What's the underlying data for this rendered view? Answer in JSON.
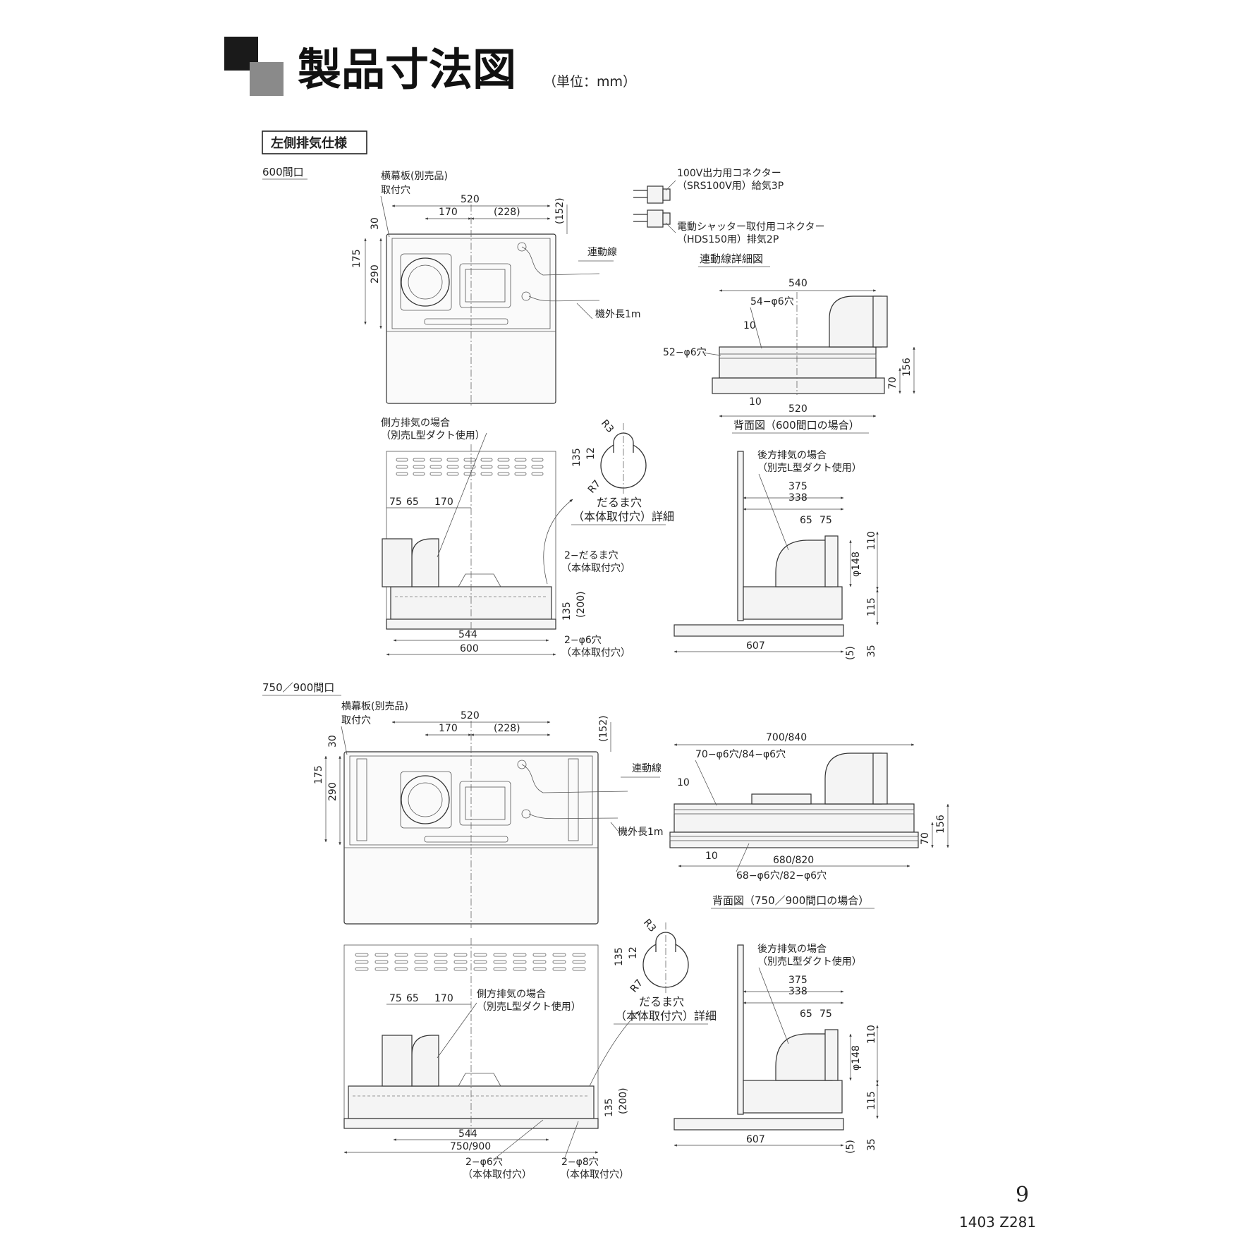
{
  "header": {
    "title": "製品寸法図",
    "unit": "（単位：mm）"
  },
  "section": {
    "label": "左側排気仕様"
  },
  "top_block": {
    "label": "600間口",
    "plan": {
      "side_panel": "横幕板(別売品)",
      "mount_hole": "取付穴",
      "d520": "520",
      "d170": "170",
      "d228": "(228)",
      "d152": "(152)",
      "d30": "30",
      "d175": "175",
      "d290": "290",
      "link_wire": "連動線",
      "cord": "機外長1m"
    },
    "connectors": {
      "c1_line1": "100V出力用コネクター",
      "c1_line2": "（SRS100V用）給気3P",
      "c2_line1": "電動シャッター取付用コネクター",
      "c2_line2": "（HDS150用）排気2P",
      "caption": "連動線詳細図"
    },
    "back": {
      "d540": "540",
      "holes_top": "54−φ6穴",
      "d10a": "10",
      "holes_side": "52−φ6穴",
      "d10b": "10",
      "d520": "520",
      "d70": "70",
      "d156": "156",
      "caption": "背面図（600間口の場合）"
    },
    "front": {
      "side_exhaust_1": "側方排気の場合",
      "side_exhaust_2": "（別売L型ダクト使用）",
      "d75": "75",
      "d65": "65",
      "d170": "170",
      "daruma_holes_1": "2−だるま穴",
      "daruma_holes_2": "（本体取付穴）",
      "d135": "135",
      "d200": "(200)",
      "d544": "544",
      "d600": "600",
      "holes6_1": "2−φ6穴",
      "holes6_2": "（本体取付穴）"
    },
    "keyhole": {
      "r3": "R3",
      "r7": "R7",
      "d12": "12",
      "d135": "135",
      "cap1": "だるま穴",
      "cap2": "（本体取付穴）詳細"
    },
    "side": {
      "rear_exhaust_1": "後方排気の場合",
      "rear_exhaust_2": "（別売L型ダクト使用）",
      "d375": "375",
      "d338": "338",
      "d65": "65",
      "d75": "75",
      "d148": "φ148",
      "d110": "110",
      "d115": "115",
      "d607": "607",
      "d5": "(5)",
      "d35": "35"
    }
  },
  "bottom_block": {
    "label": "750／900間口",
    "plan": {
      "side_panel": "横幕板(別売品)",
      "mount_hole": "取付穴",
      "d520": "520",
      "d170": "170",
      "d228": "(228)",
      "d152": "(152)",
      "d30": "30",
      "d175": "175",
      "d290": "290",
      "link_wire": "連動線",
      "cord": "機外長1m"
    },
    "back": {
      "d700": "700/840",
      "holes_top": "70−φ6穴/84−φ6穴",
      "d10a": "10",
      "d10b": "10",
      "d680": "680/820",
      "holes_bottom": "68−φ6穴/82−φ6穴",
      "d70": "70",
      "d156": "156",
      "caption": "背面図（750／900間口の場合）"
    },
    "front": {
      "side_exhaust_1": "側方排気の場合",
      "side_exhaust_2": "（別売L型ダクト使用）",
      "d75": "75",
      "d65": "65",
      "d170": "170",
      "d135": "135",
      "d200": "(200)",
      "d544": "544",
      "d750": "750/900",
      "holes6_1": "2−φ6穴",
      "holes6_2": "（本体取付穴）",
      "holes8_1": "2−φ8穴",
      "holes8_2": "（本体取付穴）"
    },
    "keyhole": {
      "r3": "R3",
      "r7": "R7",
      "d12": "12",
      "d135": "135",
      "cap1": "だるま穴",
      "cap2": "（本体取付穴）詳細"
    },
    "side": {
      "rear_exhaust_1": "後方排気の場合",
      "rear_exhaust_2": "（別売L型ダクト使用）",
      "d375": "375",
      "d338": "338",
      "d65": "65",
      "d75": "75",
      "d148": "φ148",
      "d110": "110",
      "d115": "115",
      "d607": "607",
      "d5": "(5)",
      "d35": "35"
    }
  },
  "footer": {
    "page": "9",
    "code": "1403 Z281"
  }
}
